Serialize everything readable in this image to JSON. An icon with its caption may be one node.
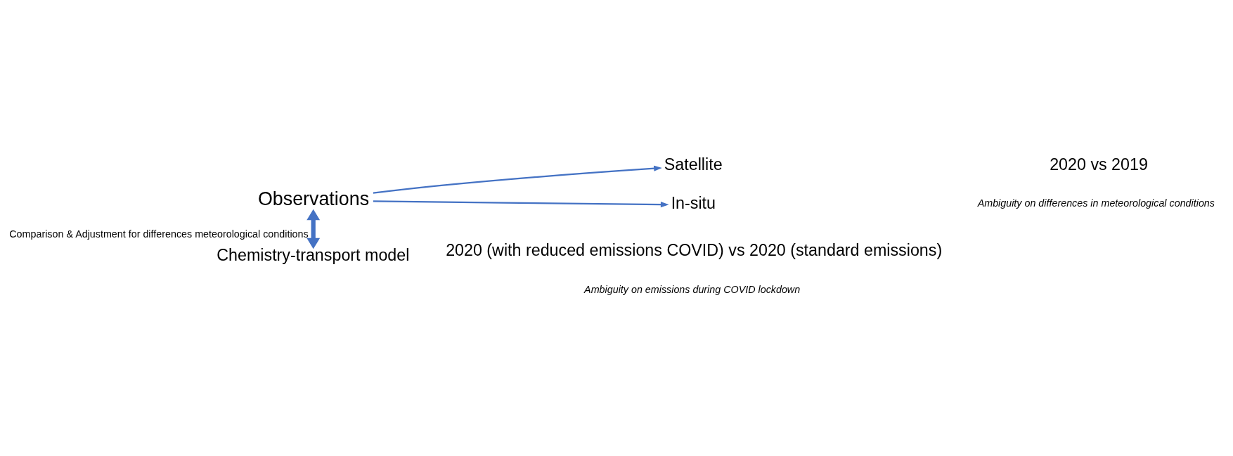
{
  "diagram": {
    "nodes": [
      {
        "text": [
          "Observations"
        ]
      },
      {
        "text": [
          "Satellite"
        ]
      },
      {
        "text": [
          "In-situ"
        ]
      },
      {
        "text": [
          "Chemistry-transport model"
        ]
      }
    ],
    "edges": [
      {
        "from": 0,
        "to": 1,
        "arrow": "to"
      },
      {
        "from": 0,
        "to": 2,
        "arrow": "to"
      },
      {
        "from": 0,
        "to": 3,
        "arrow": "both",
        "label": "Comparison & Adjustment for differences meteorological conditions",
        "style": "thick"
      }
    ],
    "labels": [
      "2020 vs 2019",
      "Ambiguity on differences in meteorological conditions",
      "2020 (with reduced emissions COVID) vs 2020 (standard emissions)",
      "Ambiguity on emissions during COVID lockdown"
    ]
  }
}
